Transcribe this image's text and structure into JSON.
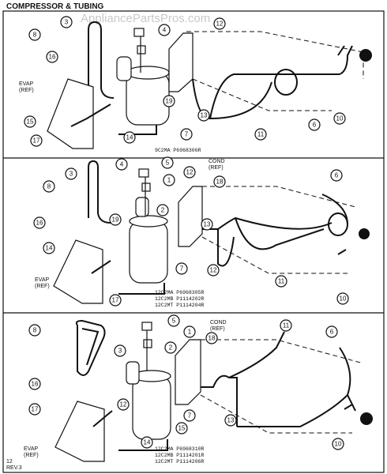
{
  "title": "COMPRESSOR & TUBING",
  "watermark": "AppliancePartsPros.com",
  "footer": {
    "line1": "12",
    "line2": "REV.3"
  },
  "sections": [
    {
      "models": [
        "9C2MA P6968306R"
      ],
      "evap": [
        "EVAP",
        "(REF)"
      ],
      "cond": [
        "",
        ""
      ],
      "callouts": [
        "3",
        "8",
        "4",
        "16",
        "19",
        "13",
        "11",
        "6",
        "10",
        "7",
        "14",
        "15",
        "17",
        "12"
      ]
    },
    {
      "models": [
        "12C2MA P6968305R",
        "12C2MB P1114202R",
        "12C2MT P1114204R"
      ],
      "evap": [
        "EVAP",
        "(REF)"
      ],
      "cond": [
        "COND",
        "(REF)"
      ],
      "callouts": [
        "3",
        "4",
        "5",
        "12",
        "1",
        "18",
        "6",
        "8",
        "2",
        "16",
        "14",
        "7",
        "12",
        "11",
        "10",
        "17",
        "19",
        "13"
      ]
    },
    {
      "models": [
        "12C2MA P6968310R",
        "12C2MB P1114201R",
        "12C2MT P1114206R"
      ],
      "evap": [
        "EVAP",
        "(REF)"
      ],
      "cond": [
        "COND",
        "(REF)"
      ],
      "callouts": [
        "8",
        "5",
        "1",
        "11",
        "6",
        "3",
        "2",
        "18",
        "16",
        "17",
        "7",
        "13",
        "15",
        "14",
        "10",
        "12"
      ]
    }
  ]
}
